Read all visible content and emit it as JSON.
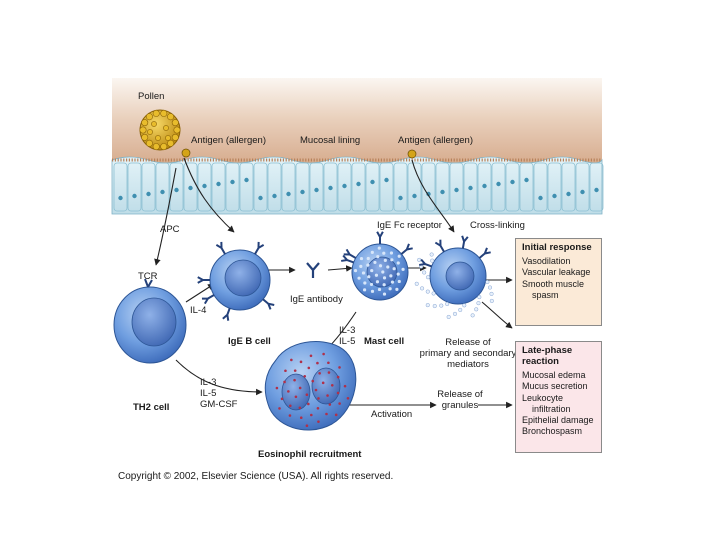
{
  "labels": {
    "pollen": "Pollen",
    "antigen_left": "Antigen (allergen)",
    "mucosal_lining": "Mucosal lining",
    "antigen_right": "Antigen (allergen)",
    "apc": "APC",
    "ige_fc_receptor": "IgE Fc receptor",
    "cross_linking": "Cross-linking",
    "tcr": "TCR",
    "il4": "IL-4",
    "ige_antibody": "IgE antibody",
    "il3_il5": "IL-3\nIL-5",
    "ige_b_cell": "IgE B cell",
    "mast_cell": "Mast cell",
    "release_mediators": "Release of\nprimary and secondary\nmediators",
    "th2_cell": "TH2 cell",
    "cytokines": "IL-3\nIL-5\nGM-CSF",
    "activation": "Activation",
    "release_granules": "Release of\ngranules",
    "eosinophil_recruitment": "Eosinophil recruitment"
  },
  "initial_response": {
    "title": "Initial response",
    "items": [
      "Vasodilation",
      "Vascular leakage",
      "Smooth muscle",
      "spasm"
    ]
  },
  "late_phase": {
    "title": "Late-phase reaction",
    "items": [
      "Mucosal edema",
      "Mucus secretion",
      "Leukocyte",
      "infiltration",
      "Epithelial damage",
      "Bronchospasm"
    ]
  },
  "copyright": "Copyright © 2002, Elsevier Science (USA). All rights reserved.",
  "colors": {
    "mucosa_top": "#d8b79a",
    "epithelium": "#cfe7ef",
    "cell_blue": "#5b8ed6",
    "pollen": "#d4a418",
    "initial_box": "#fbead7",
    "late_box": "#fbe6e9"
  }
}
